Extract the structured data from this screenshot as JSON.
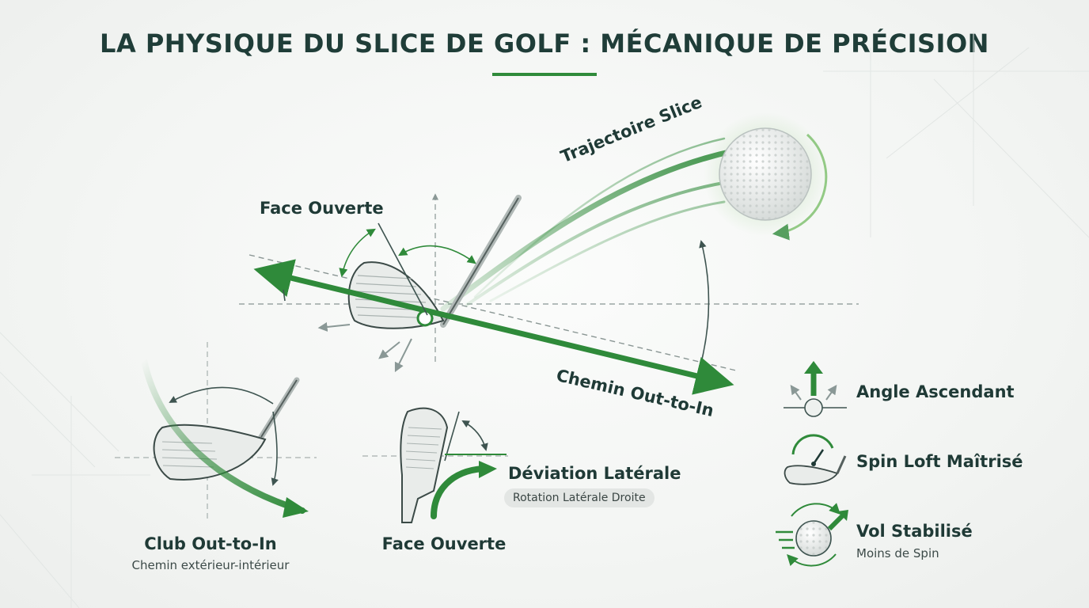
{
  "title": "LA PHYSIQUE DU SLICE DE GOLF : MÉCANIQUE DE PRÉCISION",
  "main": {
    "trajectory_label": "Trajectoire Slice",
    "face_label": "Face Ouverte",
    "path_label": "Chemin Out-to-In"
  },
  "panels": {
    "club": {
      "title": "Club Out-to-In",
      "subtitle": "Chemin extérieur-intérieur"
    },
    "face": {
      "title": "Face Ouverte"
    },
    "deviation": {
      "title": "Déviation Latérale",
      "badge": "Rotation Latérale Droite"
    }
  },
  "benefits": [
    {
      "label": "Angle Ascendant",
      "icon": "ascending-angle-icon"
    },
    {
      "label": "Spin Loft Maîtrisé",
      "icon": "spin-loft-gauge-icon"
    },
    {
      "label": "Vol Stabilisé",
      "sub": "Moins de Spin",
      "icon": "stable-flight-icon"
    }
  ],
  "colors": {
    "accent": "#2f8a3a",
    "text": "#1f3a36",
    "ink": "#3e5450"
  }
}
